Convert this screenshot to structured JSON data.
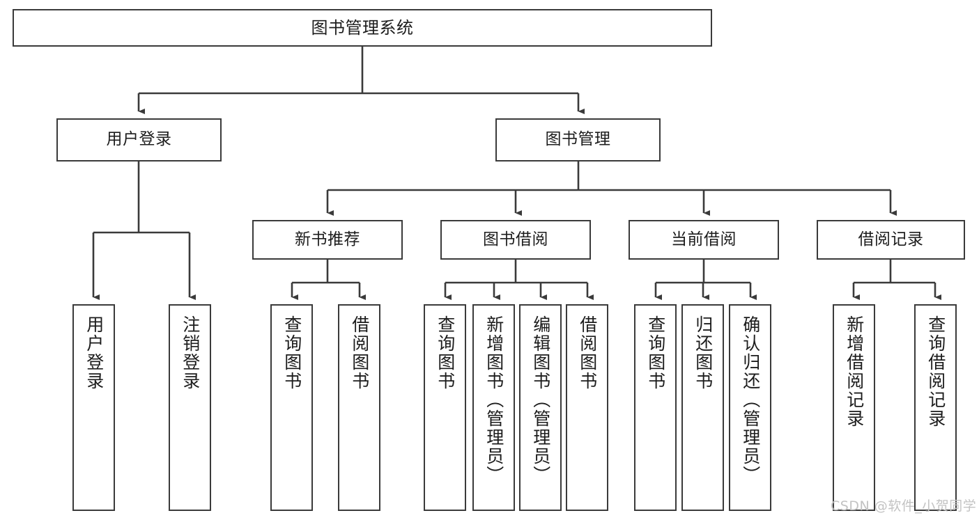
{
  "diagram": {
    "type": "tree-hierarchy-chart",
    "title": "图书管理系统",
    "line_color": "#3a3a3a",
    "box_fill": "#ffffff",
    "text_color": "#1c1c1c"
  },
  "root": {
    "label": "图书管理系统"
  },
  "level2": [
    {
      "label": "用户登录"
    },
    {
      "label": "图书管理"
    }
  ],
  "level3": [
    {
      "label": "新书推荐"
    },
    {
      "label": "图书借阅"
    },
    {
      "label": "当前借阅"
    },
    {
      "label": "借阅记录"
    }
  ],
  "leaves": {
    "user_login": [
      {
        "label": "用户登录"
      },
      {
        "label": "注销登录"
      }
    ],
    "new_book": [
      {
        "label": "查询图书"
      },
      {
        "label": "借阅图书"
      }
    ],
    "book_borrow": [
      {
        "label": "查询图书"
      },
      {
        "label": "新增图书（管理员）"
      },
      {
        "label": "编辑图书（管理员）"
      },
      {
        "label": "借阅图书"
      }
    ],
    "current_borrow": [
      {
        "label": "查询图书"
      },
      {
        "label": "归还图书"
      },
      {
        "label": "确认归还（管理员）"
      }
    ],
    "borrow_record": [
      {
        "label": "新增借阅记录"
      },
      {
        "label": "查询借阅记录"
      }
    ]
  },
  "watermark": {
    "text": "CSDN @软件_小贺同学",
    "color": "#c3c3c3"
  }
}
